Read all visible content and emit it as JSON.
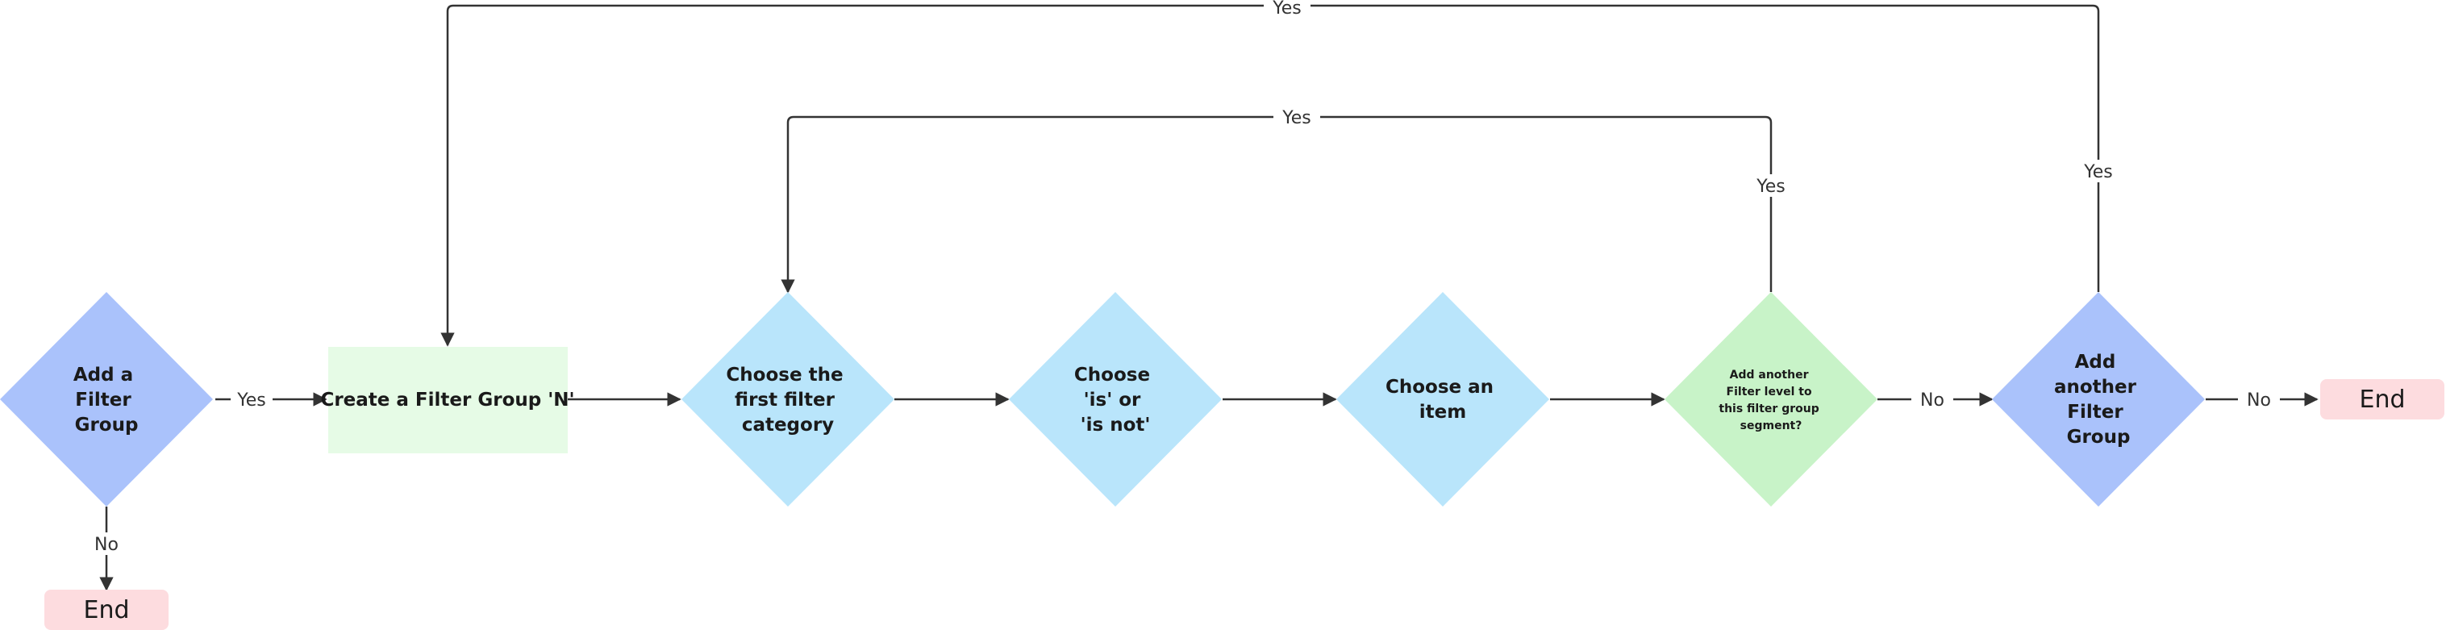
{
  "colors": {
    "diamond_blue": "#aac2fb",
    "diamond_light_blue": "#b9e5fb",
    "diamond_green": "#c8f3c8",
    "rect_green": "#e6fbe6",
    "end_pink": "#fddcdf",
    "line": "#333333"
  },
  "nodes": {
    "add_filter_group": [
      "Add a",
      "Filter",
      "Group"
    ],
    "create_filter_group": "Create a Filter Group 'N'",
    "choose_first_category": [
      "Choose the",
      "first filter",
      "category"
    ],
    "choose_is_not": [
      "Choose",
      "'is' or",
      "'is not'"
    ],
    "choose_item": [
      "Choose an",
      "item"
    ],
    "add_filter_level": [
      "Add another",
      "Filter level to",
      "this filter group",
      "segment?"
    ],
    "add_another_group": [
      "Add",
      "another",
      "Filter",
      "Group"
    ],
    "end_right": "End",
    "end_bottom": "End"
  },
  "edges": {
    "yes_1": "Yes",
    "no_1": "No",
    "no_2": "No",
    "no_3": "No",
    "yes_level_up": "Yes",
    "yes_level_top": "Yes",
    "yes_group_up": "Yes",
    "yes_group_top": "Yes"
  }
}
